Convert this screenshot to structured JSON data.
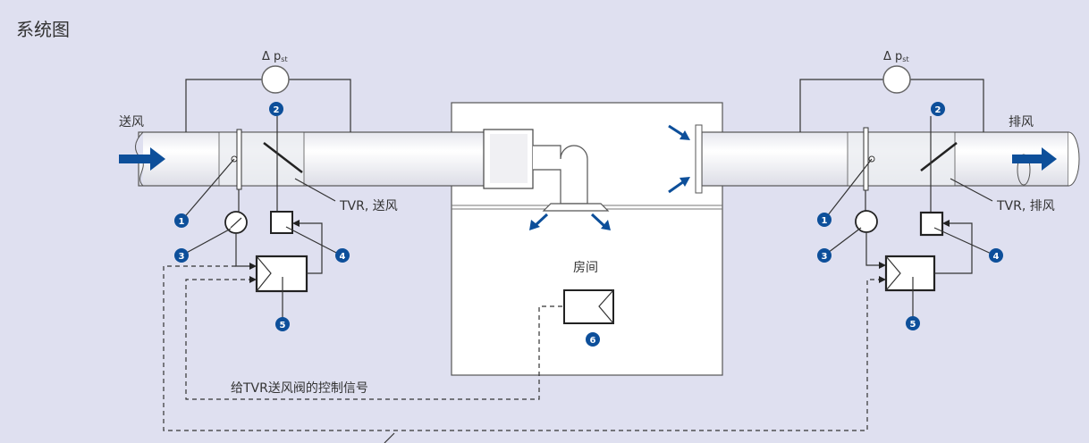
{
  "title": "系统图",
  "supply": {
    "label": "送风",
    "pressure_label": "Δ p",
    "pressure_sub": "st",
    "tvr_label": "TVR, 送风"
  },
  "exhaust": {
    "label": "排风",
    "pressure_label": "Δ p",
    "pressure_sub": "st",
    "tvr_label": "TVR, 排风"
  },
  "room": {
    "label": "房间"
  },
  "signal_label": "给TVR送风阀的控制信号",
  "badges": [
    "1",
    "2",
    "3",
    "4",
    "5",
    "6"
  ],
  "colors": {
    "background": "#dfe0f0",
    "accent": "#0d4f9a"
  }
}
